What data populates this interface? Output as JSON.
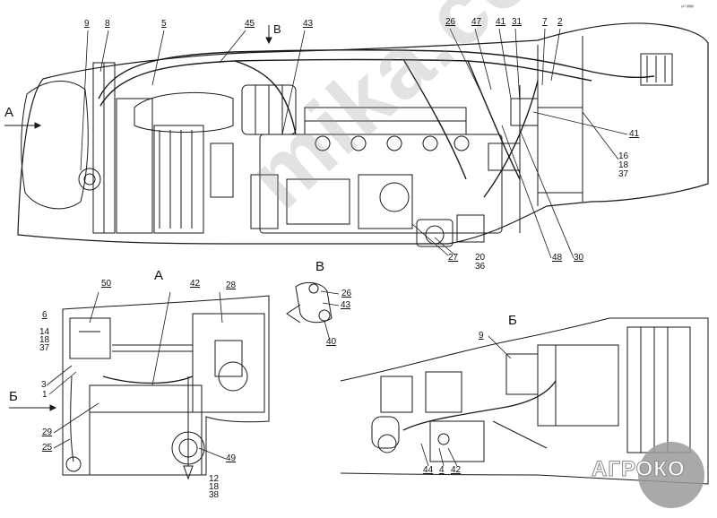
{
  "header": {
    "corner_mark": "ⁿ⁰ ᵂᵂ"
  },
  "views": {
    "a_main": "А",
    "a_sub": "А",
    "b_main": "Б",
    "b_sub": "Б",
    "v_top": "В",
    "v_sub": "В"
  },
  "callouts": {
    "c9": "9",
    "c8": "8",
    "c5": "5",
    "c45": "45",
    "c43": "43",
    "c26": "26",
    "c47": "47",
    "c41": "41",
    "c31": "31",
    "c7": "7",
    "c2": "2",
    "c41b": "41",
    "c16": "16",
    "c18": "18",
    "c37": "37",
    "c27": "27",
    "c20": "20",
    "c36": "36",
    "c48": "48",
    "c30": "30",
    "a50": "50",
    "a42": "42",
    "a28": "28",
    "a6": "6",
    "a14": "14",
    "a18": "18",
    "a37": "37",
    "a3": "3",
    "a1": "1",
    "a29": "29",
    "a25": "25",
    "a49": "49",
    "a12": "12",
    "a18b": "18",
    "a38": "38",
    "v26": "26",
    "v43": "43",
    "v40": "40",
    "b9": "9",
    "b44": "44",
    "b4": "4",
    "b42": "42"
  },
  "watermark": "mika.com",
  "logo": {
    "text": "АГРОКО"
  },
  "colors": {
    "line": "#1a1a1a",
    "watermark": "#969696"
  }
}
